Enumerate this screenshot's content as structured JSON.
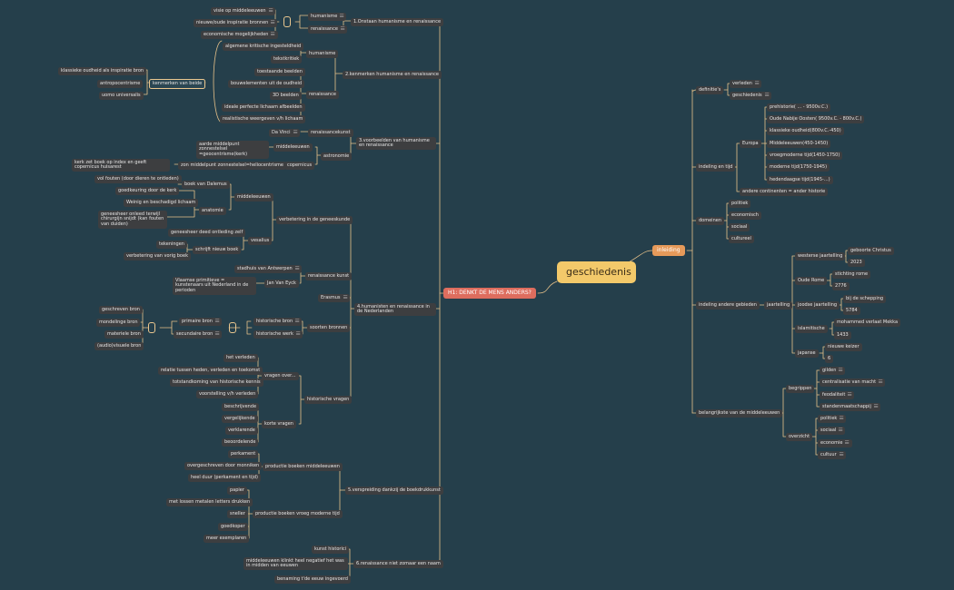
{
  "root": "geschiedenis",
  "left_main": "H1: DENKT DE MENS ANDERS?",
  "right_main": "inleiding",
  "s1": {
    "label": "1.Onstaan humanisme en renaissance",
    "humanisme": "humanisme",
    "renaissance": "renaissance",
    "causes": [
      "visie op middeleeuwen",
      "nieuwe/oude inspiratie bronnen",
      "economische mogelijkheden"
    ]
  },
  "s2": {
    "label": "2.kenmerken humanisme en renaissance",
    "humanisme": "humanisme",
    "humanisme_items": [
      "algemene kritische ingesteldheid",
      "tekstkritiek"
    ],
    "renaissance": "renaissance",
    "renaissance_items": [
      "toestaande beelden",
      "bouwelementen uit de oudheid",
      "3D beelden",
      "ideale perfecte lichaam afbeelden",
      "realistische weergeven v/h lichaam"
    ],
    "both": "kenmerken van beide",
    "both_items": [
      "klassieke oudheid als inspiratie bron",
      "antropocentrisme",
      "uomo universalis"
    ]
  },
  "s3": {
    "label": "3.voorbeelden van humanisme en renaissance",
    "renaissancekunst": "renaissancekunst",
    "davinci": "Da Vinci",
    "astronomie": "astronomie",
    "middeleeuwen": "middeleeuwen",
    "aarde": "aarde middelpunt zonnestelsel =geocentrisme(kerk)",
    "copernicus": "copernicus",
    "zon": "zon middelpunt zonnestelsel=heliocentrisme",
    "index": "kerk zet boek op index en geeft copernicus huisarest"
  },
  "s4": {
    "label": "4.humanisten en renaissance in de Nederlanden",
    "geneeskunde": "verbetering in de geneeskunde",
    "middeleeuwen": "middeleeuwen",
    "dalemus": "boek van Dalemus",
    "dalemus_item": "vol fouten (door dieren te ontleden)",
    "anatomie": "anatomie",
    "anatomie_items": [
      "goedkeuring door de kerk",
      "Weinig en beschadigd lichaam",
      "geneesheer onleed terwijl chirurgijn snijdt (kan fouten van duiden)"
    ],
    "vesalius": "vesalius",
    "vesalius_item1": "geneesheer deed ontleding zelf",
    "schrijft": "schrijft nieuw boek",
    "schrijft_items": [
      "tekeningen",
      "verbetering van vorig boek"
    ],
    "kunst": "renaissance kunst",
    "stadhuis": "stadhuis van Antwerpen",
    "vaneyck": "Jan Van Eyck",
    "primitieve": "Vlaamse primitieve = kunstenaars uit Nederland in de perioden",
    "erasmus": "Erasmus",
    "soorten": "soorten bronnen",
    "primaire": "primaire bron",
    "secundaire": "secundaire bron",
    "historische_bron": "historische bron",
    "historische_werk": "historische werk",
    "bron_types": [
      "geschreven bron",
      "mondelinge bron",
      "materiele bron",
      "(audio)visuele bron"
    ],
    "vragen_hist": "historische vragen",
    "vragen_over": "vragen over...",
    "vragen_over_items": [
      "het verleden",
      "relatie tussen heden, verleden en toekomst",
      "totstandkoming van historische kennis",
      "voorstelling v/h verleden"
    ],
    "soort_vragen": "korte vragen",
    "soort_vragen_items": [
      "beschrijvende",
      "vergelijkende",
      "verklarende",
      "beoordelende"
    ]
  },
  "s5": {
    "label": "5.verspreiding dankzij de boekdrukkunst",
    "me": "productie boeken middeleeuwen",
    "me_items": [
      "perkament",
      "overgeschreven door monniken",
      "heel duur (perkament en tijd)"
    ],
    "vmt": "productie boeken vroeg moderne tijd",
    "vmt_items": [
      "papier",
      "met lossen metalen letters drukken",
      "sneller",
      "goedkoper",
      "meer exemplaren"
    ]
  },
  "s6": {
    "label": "6.renaissance niet zomaar een naam",
    "items": [
      "kunst historici",
      "middeleeuwen klinkt heel negatief het was in midden van eeuwen",
      "benaming t'de eeuw ingevoerd"
    ]
  },
  "r1": {
    "label": "definitie's",
    "items": [
      "verleden",
      "geschiedenis"
    ]
  },
  "r2": {
    "label": "indeling en tijd",
    "europa": "Europa",
    "europa_items": [
      "prehistorie( ... - 9500v.C.)",
      "Oude Nabije Oosten( 9500v.C. - 800v.C.)",
      "klassieke oudheid(800v.C.-450)",
      "Middeleeuwen(450-1450)",
      "vroegmoderne tijd(1450-1750)",
      "moderne tijd(1750-1945)",
      "hedendaagse tijd(1945-...)"
    ],
    "andere": "andere continenten = ander historie"
  },
  "r3": {
    "label": "domeinen",
    "items": [
      "politiek",
      "economisch",
      "sociaal",
      "cultureel"
    ]
  },
  "r4": {
    "label": "indeling andere gebieden",
    "jaartelling": "jaartelling",
    "groups": [
      {
        "label": "westerse jaartelling",
        "items": [
          "geboorte Christus",
          "2023"
        ]
      },
      {
        "label": "Oude Rome",
        "items": [
          "stichting rome",
          "2776"
        ]
      },
      {
        "label": "joodse jaartelling",
        "items": [
          "bij de schepping",
          "5784"
        ]
      },
      {
        "label": "islamitische",
        "items": [
          "mohammed verlaat Mekka",
          "1433"
        ]
      },
      {
        "label": "japanse",
        "items": [
          "nieuwe keizer",
          "6"
        ]
      }
    ]
  },
  "r5": {
    "label": "belangrijkste van de middeleeuwen",
    "begrippen": "begrippen",
    "begrippen_items": [
      "gilden",
      "centralisatie van macht",
      "feodaliteit",
      "standenmaatschappij"
    ],
    "overzicht": "overzicht",
    "overzicht_items": [
      "politiek",
      "sociaal",
      "economie",
      "cultuur"
    ]
  }
}
